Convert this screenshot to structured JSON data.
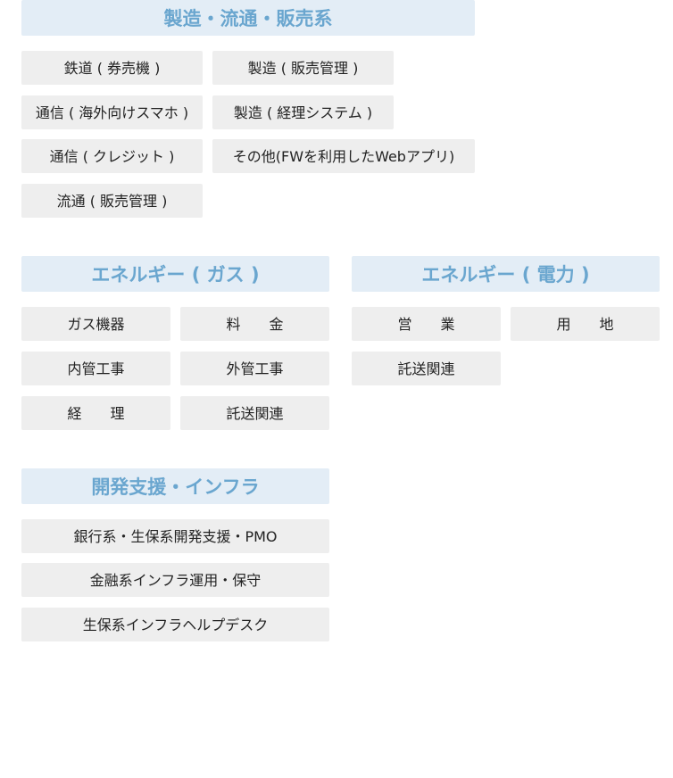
{
  "sections": {
    "manufacturing": {
      "title": "製造・流通・販売系",
      "items": [
        "鉄道 ( 券売機 )",
        "製造 ( 販売管理 )",
        "通信 ( 海外向けスマホ )",
        "製造 ( 経理システム )",
        "通信 ( クレジット )",
        "その他(FWを利用したWebアプリ)",
        "流通 ( 販売管理 )"
      ]
    },
    "gas": {
      "title": "エネルギー ( ガス )",
      "items": [
        "ガス機器",
        "料　　金",
        "内管工事",
        "外管工事",
        "経　　理",
        "託送関連"
      ]
    },
    "power": {
      "title": "エネルギー ( 電力 )",
      "items": [
        "営　　業",
        "用　　地",
        "託送関連"
      ]
    },
    "dev": {
      "title": "開発支援・インフラ",
      "items": [
        "銀行系・生保系開発支援・PMO",
        "金融系インフラ運用・保守",
        "生保系インフラヘルプデスク"
      ]
    }
  },
  "colors": {
    "header_bg": "#e3edf6",
    "header_text": "#6aa6cf",
    "tag_bg": "#eeeeee",
    "tag_text": "#222222"
  }
}
